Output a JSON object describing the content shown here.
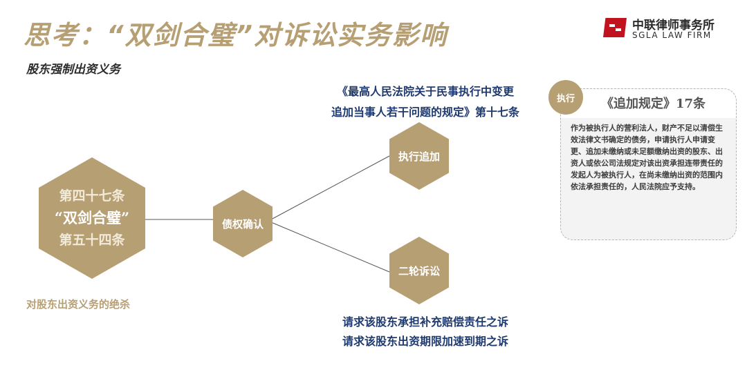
{
  "title": "思考：“双剑合璧”对诉讼实务影响",
  "subtitle": "股东强制出资义务",
  "logo": {
    "cn": "中联律师事务所",
    "en": "SGLA LAW FIRM"
  },
  "main_hex": {
    "line1": "第四十七条",
    "line2": "“双剑合璧”",
    "line3": "第五十四条"
  },
  "caption": "对股东出资义务的绝杀",
  "center_hex": "债权确认",
  "top_hex": "执行追加",
  "bottom_hex": "二轮诉讼",
  "top_text": {
    "line1": "《最高人民法院关于民事执行中变更",
    "line2": "追加当事人若干问题的规定》第十七条"
  },
  "bottom_text": {
    "line1": "请求该股东承担补充赔偿责任之诉",
    "line2": "请求该股东出资期限加速到期之诉"
  },
  "card": {
    "badge": "执行",
    "title": "《追加规定》17条",
    "body": "作为被执行人的营利法人，财产不足以清偿生效法律文书确定的债务，申请执行人申请变更、追加未缴纳或未足额缴纳出资的股东、出资人或依公司法规定对该出资承担连带责任的发起人为被执行人，在尚未缴纳出资的范围内依法承担责任的，人民法院应予支持。"
  },
  "colors": {
    "accent": "#b79f74",
    "navy": "#1f3a6e",
    "logo_red": "#c1121f"
  }
}
